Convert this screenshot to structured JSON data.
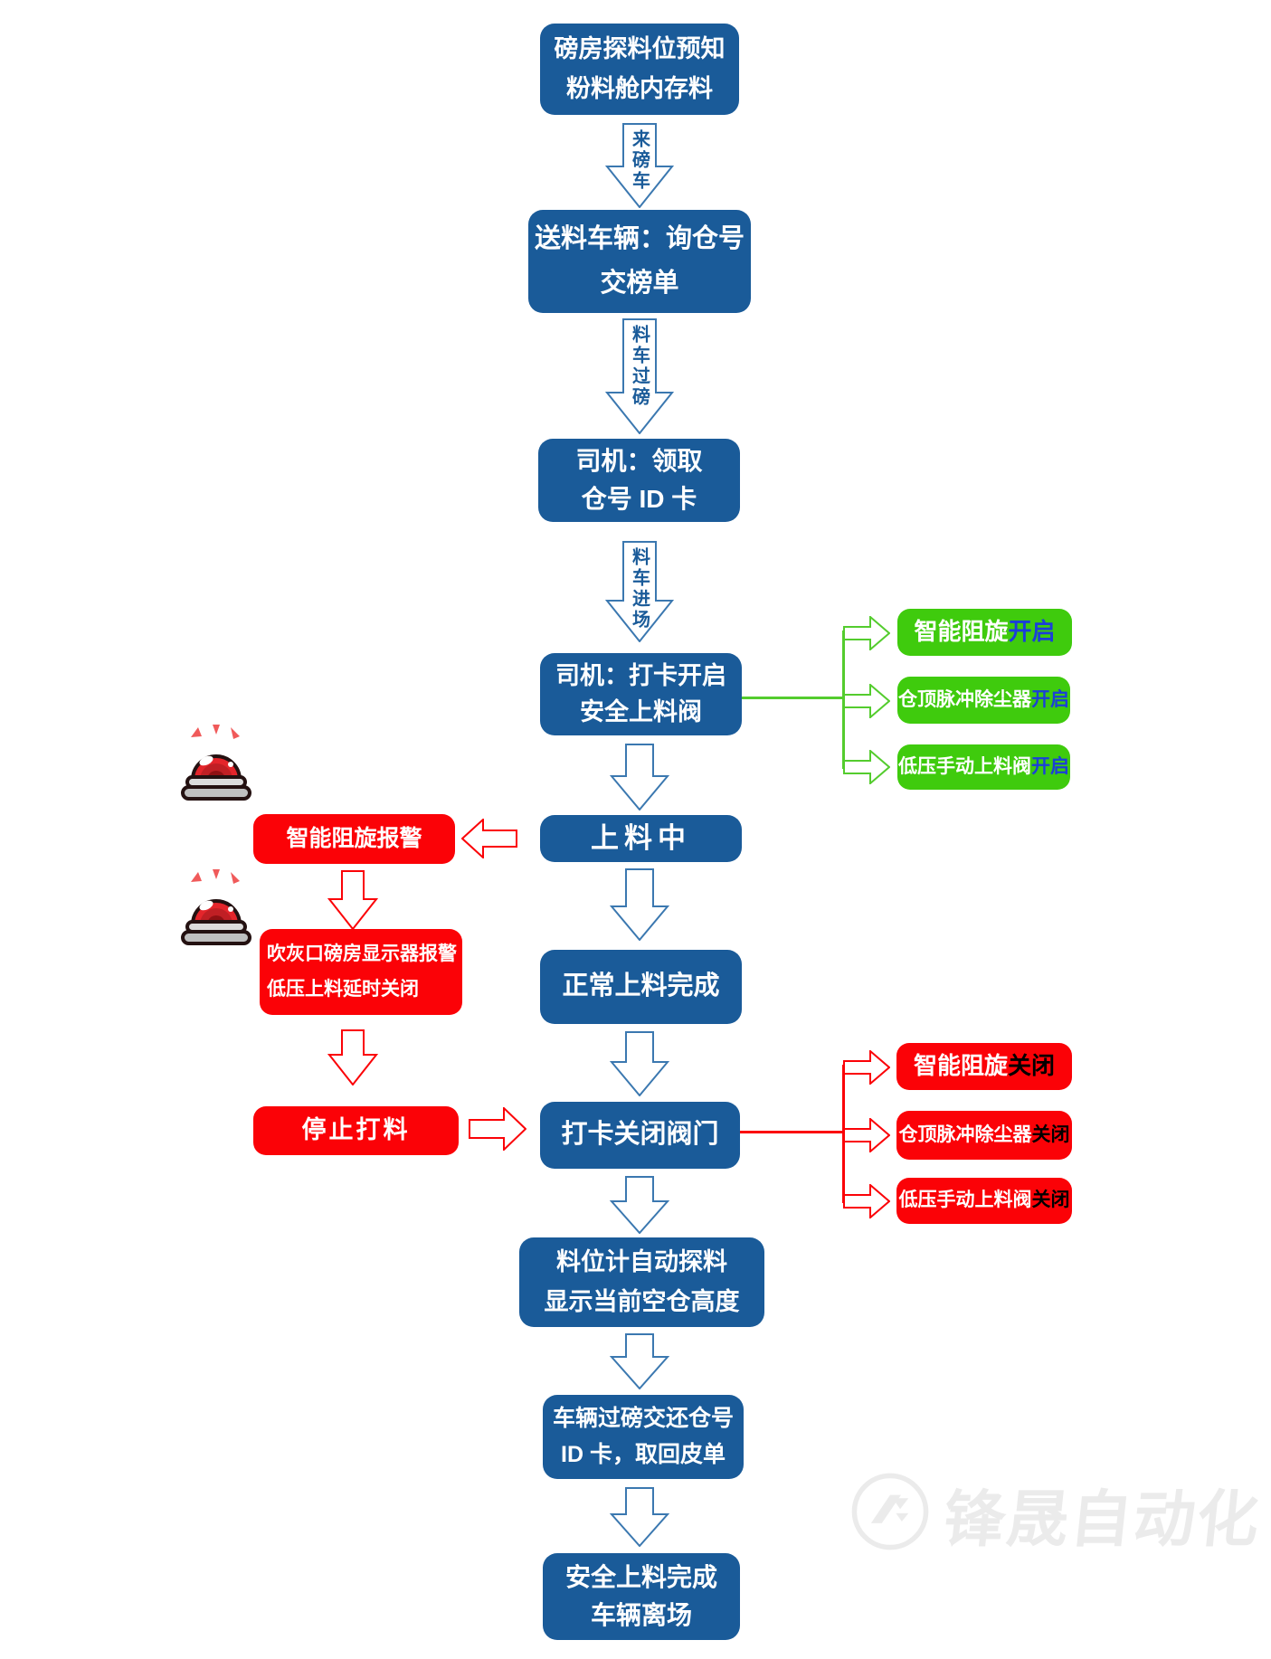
{
  "colors": {
    "box_blue": "#1A5B99",
    "arrow_outline_blue": "#3B78B0",
    "branch_green": "#3FCB0D",
    "green_line": "#54CC2E",
    "alarm_red": "#FB0207",
    "open_state_text": "#1B3FD9",
    "close_state_text": "#000000",
    "watermark_gray": "#EBEBEB"
  },
  "main_flow": {
    "boxes": [
      {
        "lines": [
          "磅房探料位预知",
          "粉料舱内存料"
        ]
      },
      {
        "lines": [
          "送料车辆：询仓号",
          "交榜单"
        ]
      },
      {
        "lines": [
          "司机：领取",
          "仓号 ID 卡"
        ]
      },
      {
        "lines": [
          "司机：打卡开启",
          "安全上料阀"
        ]
      },
      {
        "lines": [
          "上料中"
        ]
      },
      {
        "lines": [
          "正常上料完成"
        ]
      },
      {
        "lines": [
          "打卡关闭阀门"
        ]
      },
      {
        "lines": [
          "料位计自动探料",
          "显示当前空仓高度"
        ]
      },
      {
        "lines": [
          "车辆过磅交还仓号",
          "ID 卡，取回皮单"
        ]
      },
      {
        "lines": [
          "安全上料完成",
          "车辆离场"
        ]
      }
    ],
    "arrow_labels": [
      "来磅车",
      "料车过磅",
      "料车进场"
    ]
  },
  "green_branch": {
    "items": [
      {
        "name": "智能阻旋",
        "state": "开启"
      },
      {
        "name": "仓顶脉冲除尘器",
        "state": "开启"
      },
      {
        "name": "低压手动上料阀",
        "state": "开启"
      }
    ]
  },
  "red_branch": {
    "items": [
      {
        "name": "智能阻旋",
        "state": "关闭"
      },
      {
        "name": "仓顶脉冲除尘器",
        "state": "关闭"
      },
      {
        "name": "低压手动上料阀",
        "state": "关闭"
      }
    ]
  },
  "alarm": {
    "boxes": [
      {
        "lines": [
          "智能阻旋报警"
        ]
      },
      {
        "lines": [
          "吹灰口磅房显示器报警",
          "低压上料延时关闭"
        ]
      },
      {
        "lines": [
          "停止打料"
        ]
      }
    ]
  },
  "watermark": {
    "text": "锋晟自动化"
  }
}
